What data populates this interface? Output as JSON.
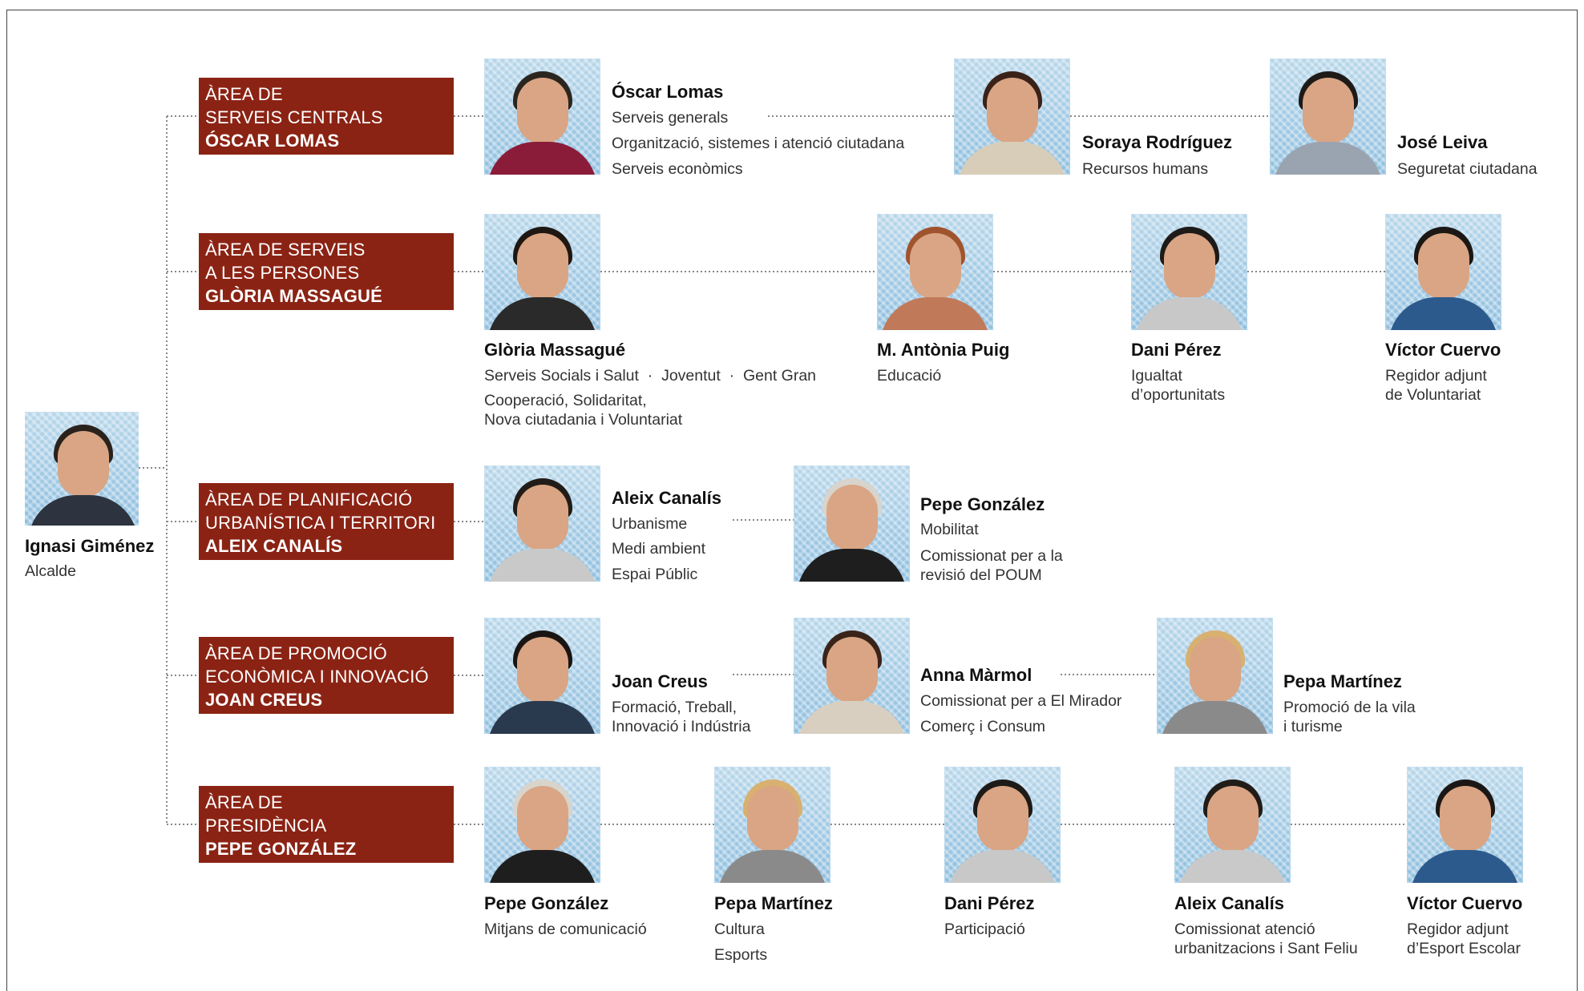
{
  "mayor": {
    "name": "Ignasi Giménez",
    "role": "Alcalde"
  },
  "areas": [
    {
      "lines": [
        "ÀREA DE",
        "SERVEIS CENTRALS"
      ],
      "head": "ÓSCAR LOMAS"
    },
    {
      "lines": [
        "ÀREA DE SERVEIS",
        "A LES PERSONES"
      ],
      "head": "GLÒRIA MASSAGUÉ"
    },
    {
      "lines": [
        "ÀREA DE PLANIFICACIÓ",
        "URBANÍSTICA I TERRITORI"
      ],
      "head": "ALEIX CANALÍS"
    },
    {
      "lines": [
        "ÀREA DE PROMOCIÓ",
        "ECONÒMICA I INNOVACIÓ"
      ],
      "head": "JOAN CREUS"
    },
    {
      "lines": [
        "ÀREA DE",
        "PRESIDÈNCIA"
      ],
      "head": "PEPE GONZÁLEZ"
    }
  ],
  "row1": [
    {
      "name": "Óscar Lomas",
      "roles": [
        "Serveis generals",
        "Organització, sistemes i atenció ciutadana",
        "Serveis econòmics"
      ]
    },
    {
      "name": "Soraya Rodríguez",
      "roles": [
        "Recursos humans"
      ]
    },
    {
      "name": "José Leiva",
      "roles": [
        "Seguretat ciutadana"
      ]
    }
  ],
  "row2": [
    {
      "name": "Glòria Massagué",
      "roles": [
        "Serveis Socials i Salut  ·  Joventut  ·  Gent Gran",
        "Cooperació, Solidaritat,",
        "Nova ciutadania i Voluntariat"
      ]
    },
    {
      "name": "M. Antònia Puig",
      "roles": [
        "Educació"
      ]
    },
    {
      "name": "Dani Pérez",
      "roles": [
        "Igualtat",
        "d’oportunitats"
      ]
    },
    {
      "name": "Víctor Cuervo",
      "roles": [
        "Regidor adjunt",
        "de Voluntariat"
      ]
    }
  ],
  "row3": [
    {
      "name": "Aleix Canalís",
      "roles": [
        "Urbanisme",
        "Medi ambient",
        "Espai Públic"
      ]
    },
    {
      "name": "Pepe González",
      "roles": [
        "Mobilitat",
        "Comissionat per a la",
        "revisió del POUM"
      ]
    }
  ],
  "row4": [
    {
      "name": "Joan Creus",
      "roles": [
        "Formació, Treball,",
        "Innovació i Indústria"
      ]
    },
    {
      "name": "Anna Màrmol",
      "roles": [
        "Comissionat per a El Mirador",
        "Comerç i Consum"
      ]
    },
    {
      "name": "Pepa Martínez",
      "roles": [
        "Promoció de la vila",
        "i turisme"
      ]
    }
  ],
  "row5": [
    {
      "name": "Pepe González",
      "roles": [
        "Mitjans de comunicació"
      ]
    },
    {
      "name": "Pepa Martínez",
      "roles": [
        "Cultura",
        "Esports"
      ]
    },
    {
      "name": "Dani Pérez",
      "roles": [
        "Participació"
      ]
    },
    {
      "name": "Aleix Canalís",
      "roles": [
        "Comissionat atenció",
        "urbanitzacions i Sant Feliu"
      ]
    },
    {
      "name": "Víctor Cuervo",
      "roles": [
        "Regidor adjunt",
        "d’Esport Escolar"
      ]
    }
  ],
  "colors": {
    "area_bg": "#8b2314",
    "area_text": "#ffffff",
    "connector": "#888888",
    "photo_bg": "#9cc8e4"
  }
}
